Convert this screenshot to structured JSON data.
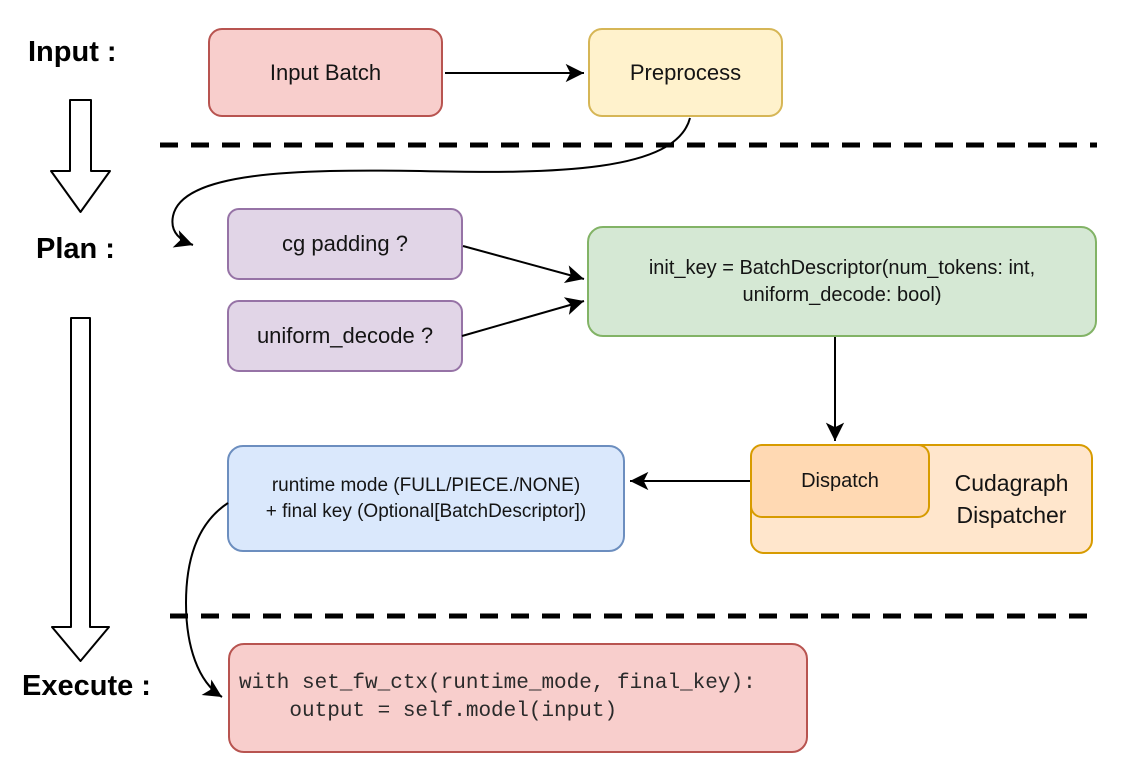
{
  "section_labels": {
    "input": "Input :",
    "plan": "Plan :",
    "execute": "Execute :"
  },
  "nodes": {
    "input_batch": {
      "label": "Input Batch",
      "fill": "#f8cecc",
      "stroke": "#b85450"
    },
    "preprocess": {
      "label": "Preprocess",
      "fill": "#fff2cc",
      "stroke": "#d6b656"
    },
    "cg_padding": {
      "label": "cg padding ?",
      "fill": "#e1d5e7",
      "stroke": "#9673a6"
    },
    "uniform_decode": {
      "label": "uniform_decode ?",
      "fill": "#e1d5e7",
      "stroke": "#9673a6"
    },
    "init_key": {
      "line1": "init_key = BatchDescriptor(num_tokens: int,",
      "line2": "uniform_decode: bool)",
      "fill": "#d5e8d4",
      "stroke": "#82b366"
    },
    "dispatch": {
      "label": "Dispatch",
      "fill": "#ffd9b3",
      "stroke": "#d79b00"
    },
    "cudagraph_dispatcher": {
      "line1": "Cudagraph",
      "line2": "Dispatcher",
      "fill": "#ffe6cc",
      "stroke": "#d79b00"
    },
    "runtime_mode": {
      "line1": "runtime mode (FULL/PIECE./NONE)",
      "line2": "+ final key (Optional[BatchDescriptor])",
      "fill": "#dae8fc",
      "stroke": "#6c8ebf"
    },
    "execute_code": {
      "line1": "with set_fw_ctx(runtime_mode, final_key):",
      "line2": "    output = self.model(input)",
      "fill": "#f8cecc",
      "stroke": "#b85450"
    }
  },
  "arrow_color": "#000000"
}
